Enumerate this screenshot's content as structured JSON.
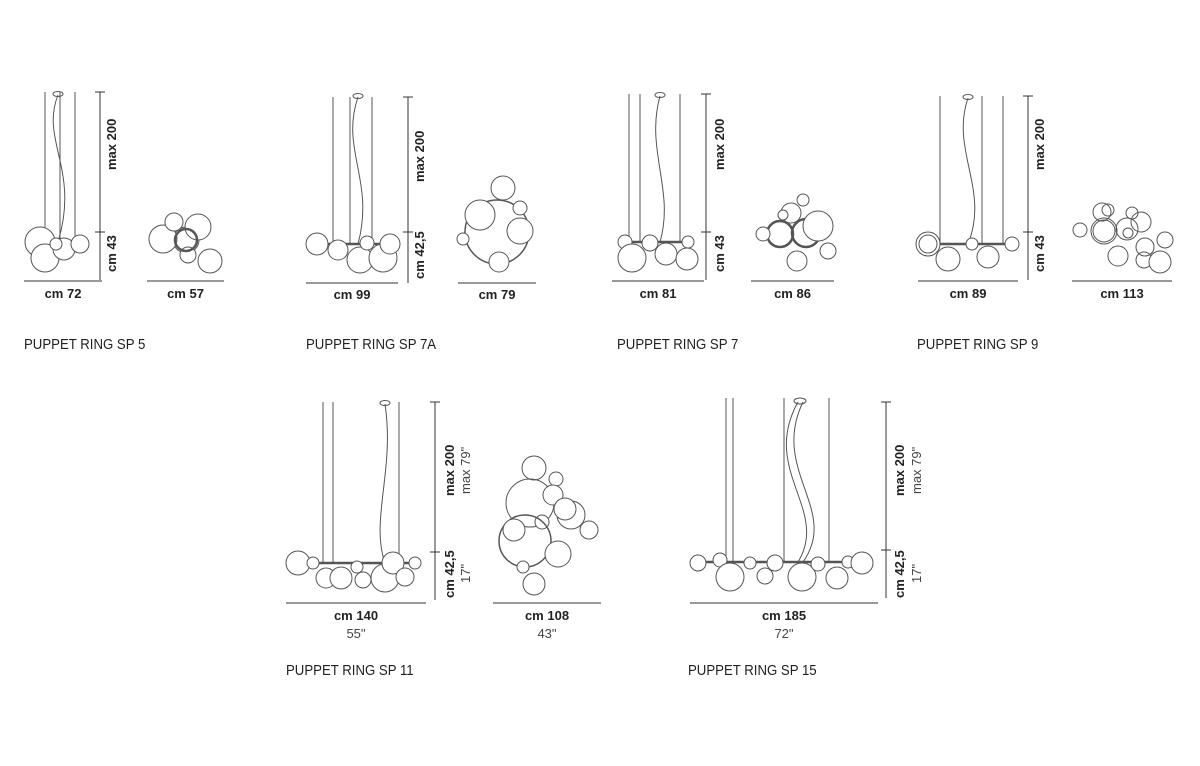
{
  "products": [
    {
      "id": "sp5",
      "name": "PUPPET RING SP 5",
      "width": "cm 72",
      "top_width": "cm 57",
      "height_max": "max 200",
      "height": "cm 43"
    },
    {
      "id": "sp7a",
      "name": "PUPPET RING SP 7A",
      "width": "cm 99",
      "top_width": "cm 79",
      "height_max": "max 200",
      "height": "cm 42,5"
    },
    {
      "id": "sp7",
      "name": "PUPPET RING SP 7",
      "width": "cm 81",
      "top_width": "cm 86",
      "height_max": "max 200",
      "height": "cm 43"
    },
    {
      "id": "sp9",
      "name": "PUPPET RING SP 9",
      "width": "cm 89",
      "top_width": "cm 113",
      "height_max": "max 200",
      "height": "cm 43"
    },
    {
      "id": "sp11",
      "name": "PUPPET RING SP 11",
      "width": "cm 140",
      "width_in": "55\"",
      "top_width": "cm 108",
      "top_width_in": "43\"",
      "height_max": "max 200",
      "height_max_in": "max 79\"",
      "height": "cm 42,5",
      "height_in": "17\""
    },
    {
      "id": "sp15",
      "name": "PUPPET RING SP 15",
      "width": "cm 185",
      "width_in": "72\"",
      "height_max": "max 200",
      "height_max_in": "max 79\"",
      "height": "cm 42,5",
      "height_in": "17\""
    }
  ]
}
